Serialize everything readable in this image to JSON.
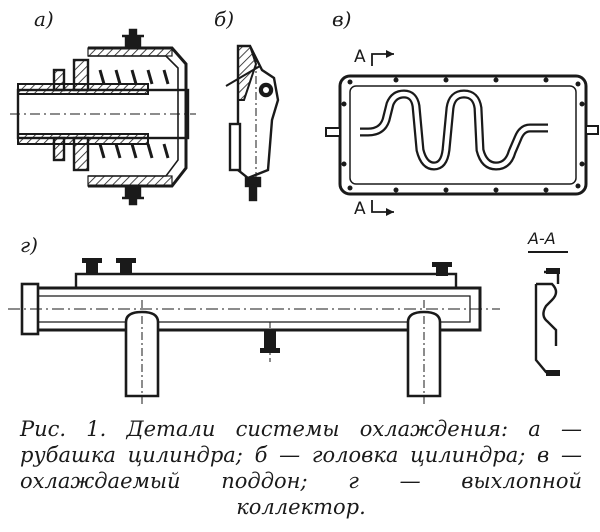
{
  "labels": {
    "a": "а)",
    "b": "б)",
    "v": "в)",
    "g": "г)"
  },
  "section": {
    "mark_top": "A",
    "mark_bottom": "A",
    "title": "А-А"
  },
  "caption": {
    "text": "Рис. 1. Детали системы охлаждения: а — рубашка цилиндра; б — головка цилиндра; в — охлаждаемый поддон; г — выхлопной коллектор."
  }
}
